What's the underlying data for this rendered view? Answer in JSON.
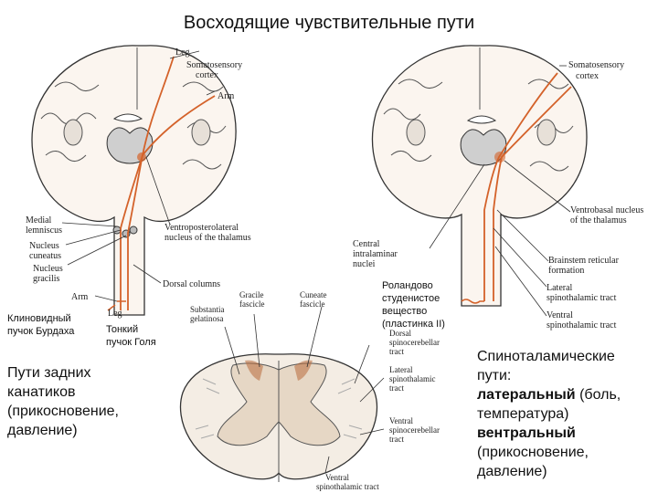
{
  "title": "Восходящие чувствительные пути",
  "left_brain": {
    "leg": "Leg",
    "somatosensory_1": "Somatosensory",
    "somatosensory_2": "cortex",
    "arm": "Arm",
    "medial_1": "Medial",
    "medial_2": "lemniscus",
    "cuneatus_1": "Nucleus",
    "cuneatus_2": "cuneatus",
    "gracilis_1": "Nucleus",
    "gracilis_2": "gracilis",
    "vpl_1": "Ventroposterolateral",
    "vpl_2": "nucleus of the thalamus",
    "dorsal_columns": "Dorsal columns",
    "arm_lower": "Arm",
    "leg_lower": "Leg"
  },
  "right_brain": {
    "somatosensory_1": "Somatosensory",
    "somatosensory_2": "cortex",
    "central_1": "Central",
    "central_2": "intralaminar",
    "central_3": "nuclei",
    "vb_1": "Ventrobasal nucleus",
    "vb_2": "of the thalamus",
    "brs_1": "Brainstem reticular",
    "brs_2": "formation",
    "lst_1": "Lateral",
    "lst_2": "spinothalamic tract",
    "vst_1": "Ventral",
    "vst_2": "spinothalamic tract"
  },
  "cord": {
    "gracile_1": "Gracile",
    "gracile_2": "fascicle",
    "cuneate_1": "Cuneate",
    "cuneate_2": "fascicle",
    "subst_1": "Substantia",
    "subst_2": "gelatinosa",
    "dsc_1": "Dorsal",
    "dsc_2": "spinocerebellar",
    "dsc_3": "tract",
    "lst_1": "Lateral",
    "lst_2": "spinothalamic",
    "lst_3": "tract",
    "vsc_1": "Ventral",
    "vsc_2": "spinocerebellar",
    "vsc_3": "tract",
    "vst_1": "Ventral",
    "vst_2": "spinothalamic tract"
  },
  "ru_labels": {
    "burdach_1": "Клиновидный",
    "burdach_2": "пучок Бурдаха",
    "goll_1": "Тонкий",
    "goll_2": "пучок Голя",
    "rolando_1": "Роландово",
    "rolando_2": "студенистое",
    "rolando_3": "вещество",
    "rolando_4": "(пластинка II)",
    "dorsal_paths_1": "Пути задних",
    "dorsal_paths_2": "канатиков",
    "dorsal_paths_3": "(прикосновение,",
    "dorsal_paths_4": "давление)",
    "st_1": "Спиноталамические",
    "st_2": "пути:",
    "st_3": "латеральный",
    "st_3b": " (боль,",
    "st_4": "температура)",
    "st_5": "вентральный",
    "st_6": "(прикосновение,",
    "st_7": "давление)"
  },
  "colors": {
    "pathway": "#d4622a",
    "nucleus": "#cfcfcf",
    "outline": "#333333"
  }
}
